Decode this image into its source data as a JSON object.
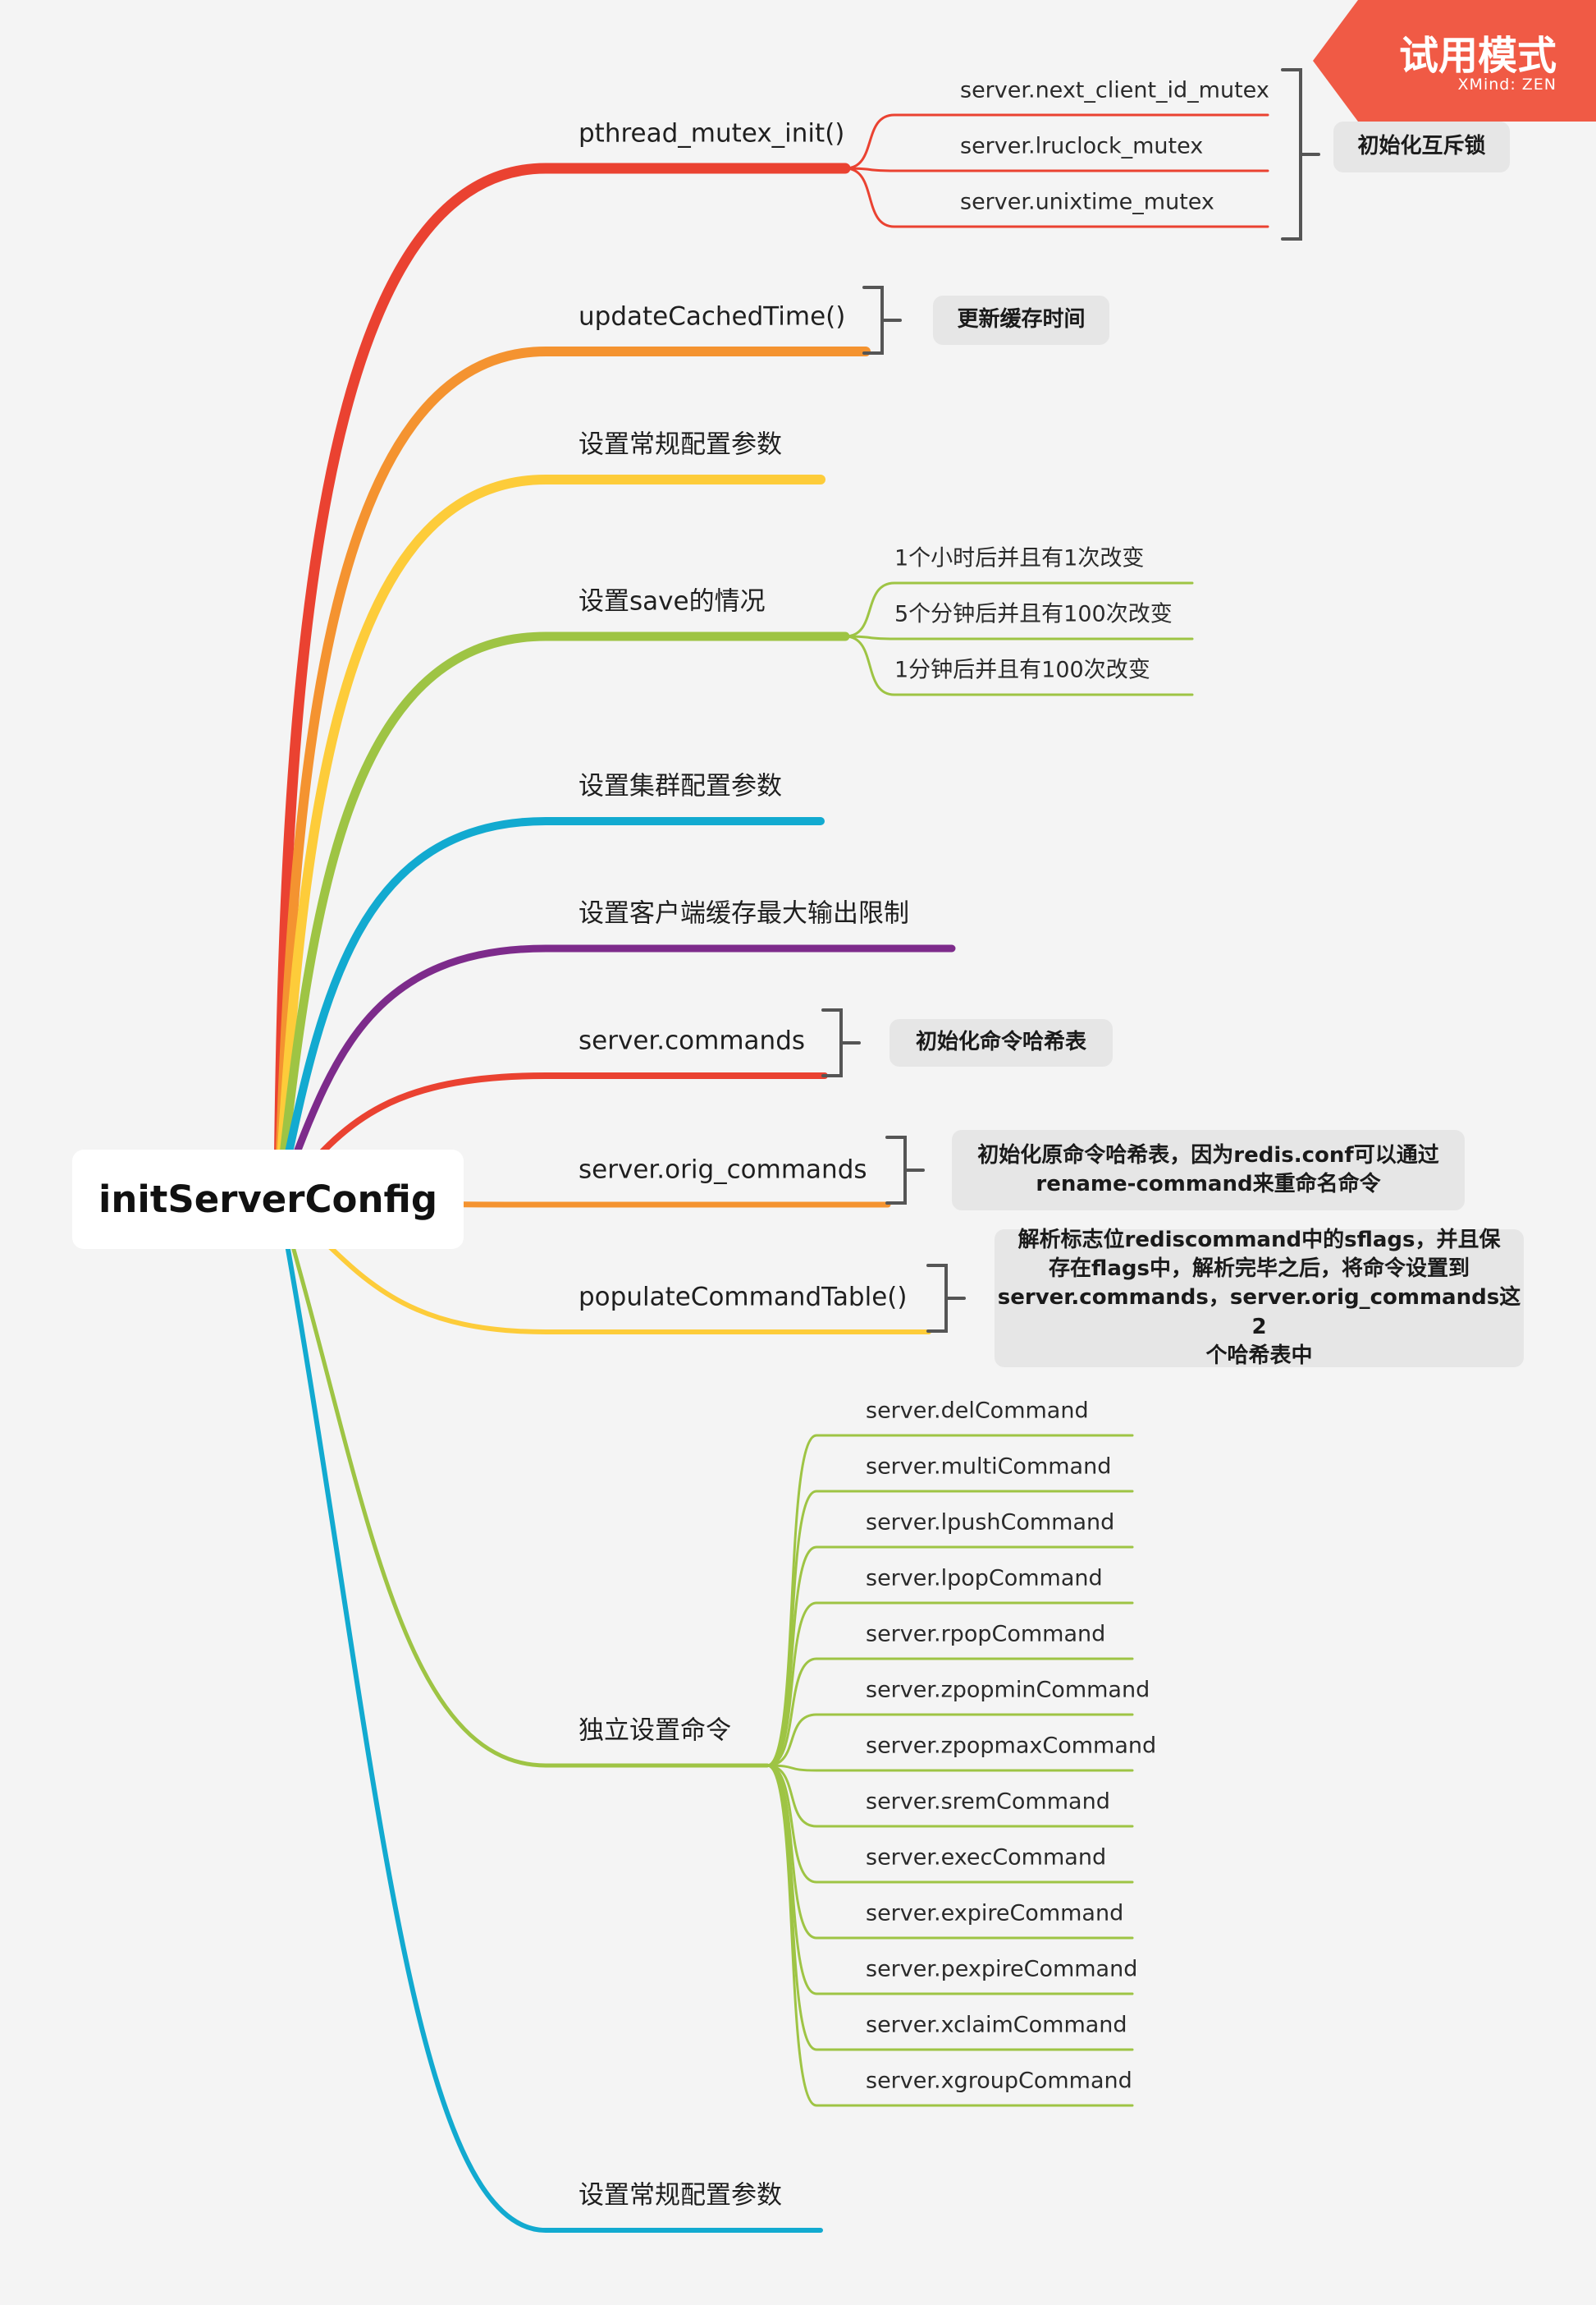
{
  "watermark": {
    "title": "试用模式",
    "subtitle": "XMind: ZEN",
    "color": "#f05a45"
  },
  "mindmap": {
    "root": "initServerConfig",
    "branches": [
      {
        "label": "pthread_mutex_init()",
        "color": "#ea4231",
        "children": [
          "server.next_client_id_mutex",
          "server.lruclock_mutex",
          "server.unixtime_mutex"
        ],
        "note": "初始化互斥锁"
      },
      {
        "label": "updateCachedTime()",
        "color": "#f49330",
        "note": "更新缓存时间"
      },
      {
        "label": "设置常规配置参数",
        "color": "#fdcc3a"
      },
      {
        "label": "设置save的情况",
        "color": "#9ec444",
        "children": [
          "1个小时后并且有1次改变",
          "5个分钟后并且有100次改变",
          "1分钟后并且有100次改变"
        ]
      },
      {
        "label": "设置集群配置参数",
        "color": "#12aad0"
      },
      {
        "label": "设置客户端缓存最大输出限制",
        "color": "#7d2b8b"
      },
      {
        "label": "server.commands",
        "color": "#ea4231",
        "note": "初始化命令哈希表"
      },
      {
        "label": "server.orig_commands",
        "color": "#f49330",
        "note_lines": [
          "初始化原命令哈希表，因为redis.conf可以通过",
          "rename-command来重命名命令"
        ]
      },
      {
        "label": "populateCommandTable()",
        "color": "#fdcc3a",
        "note_lines": [
          "解析标志位rediscommand中的sflags，并且保",
          "存在flags中，解析完毕之后，将命令设置到",
          "server.commands，server.orig_commands这2",
          "个哈希表中"
        ]
      },
      {
        "label": "独立设置命令",
        "color": "#9ec444",
        "children": [
          "server.delCommand",
          "server.multiCommand",
          "server.lpushCommand",
          "server.lpopCommand",
          "server.rpopCommand",
          "server.zpopminCommand",
          "server.zpopmaxCommand",
          "server.sremCommand",
          "server.execCommand",
          "server.expireCommand",
          "server.pexpireCommand",
          "server.xclaimCommand",
          "server.xgroupCommand"
        ]
      },
      {
        "label": "设置常规配置参数",
        "color": "#12aad0"
      }
    ]
  }
}
